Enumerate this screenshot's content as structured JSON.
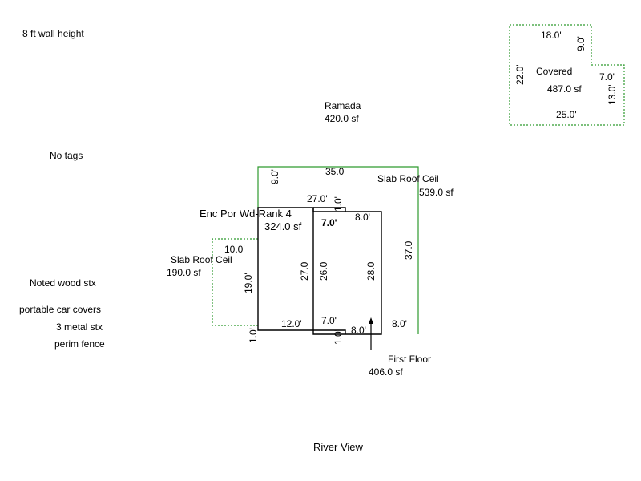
{
  "colors": {
    "green_outline": "#2e9a2e",
    "black_outline": "#000000",
    "text": "#000000",
    "background": "#ffffff"
  },
  "notes": {
    "wall_height": "8 ft wall height",
    "no_tags": "No tags",
    "noted_wood": "Noted wood stx",
    "car_covers": "portable car covers",
    "metal_stx": "3 metal stx",
    "perim_fence": "perim fence",
    "footer": "River View"
  },
  "areas": {
    "ramada": {
      "name": "Ramada",
      "area": "420.0 sf"
    },
    "covered": {
      "name": "Covered",
      "area": "487.0 sf"
    },
    "slab_main": {
      "name": "Slab Roof Ceil",
      "area": "539.0 sf"
    },
    "enc_por": {
      "name": "Enc Por Wd-Rank 4",
      "area": "324.0 sf"
    },
    "slab_left": {
      "name": "Slab Roof Ceil",
      "area": "190.0 sf"
    },
    "first_floor": {
      "name": "First Floor",
      "area": "406.0 sf"
    }
  },
  "dimensions": {
    "covered_top": "18.0'",
    "covered_notch_v": "9.0'",
    "covered_left": "22.0'",
    "covered_notch_h": "7.0'",
    "covered_right": "13.0'",
    "covered_bottom": "25.0'",
    "slab_top": "35.0'",
    "slab_top_left": "9.0'",
    "slab_right": "37.0'",
    "slab_bottom_right": "8.0'",
    "enc_top": "27.0'",
    "top_notch": "1.0'",
    "ff_top_a": "7.0'",
    "ff_top_b": "8.0'",
    "enc_left": "27.0'",
    "ff_left": "26.0'",
    "ff_right": "28.0'",
    "ff_bottom_a": "7.0'",
    "ff_bottom_b": "8.0'",
    "bottom_notch": "1.0'",
    "enc_bottom": "12.0'",
    "enc_bottom_left": "1.0'",
    "slab_left_top": "10.0'",
    "slab_left_side": "19.0'"
  }
}
